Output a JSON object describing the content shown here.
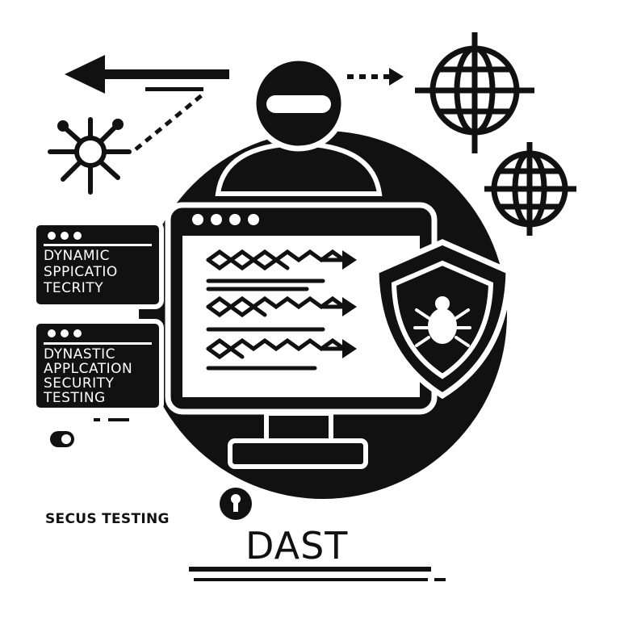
{
  "cards": [
    {
      "lines": [
        "DYNAMIC",
        "SPPICATIO",
        "TECRITY"
      ]
    },
    {
      "lines": [
        "DYNASTIC",
        "APPLCATION",
        "SECURITY",
        "TESTING"
      ]
    }
  ],
  "caption": "SECUS TESTING",
  "title": "DAST",
  "icons": {
    "user": "hacker-icon",
    "shield": "shield-bug-icon",
    "globe": "globe-icon",
    "network": "network-node-icon"
  },
  "colors": {
    "ink": "#111111",
    "paper": "#ffffff"
  }
}
